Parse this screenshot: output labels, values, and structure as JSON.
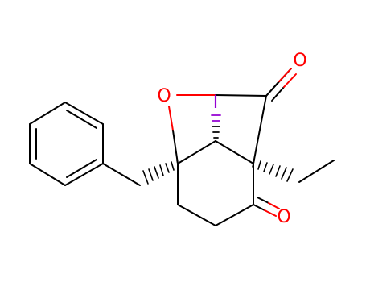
{
  "colors": {
    "background": "#ffffff",
    "bond": "#000000",
    "oxygen": "#ff0000",
    "iodine": "#9400d3"
  },
  "atoms": {
    "o_bridge": {
      "symbol": "O",
      "element": "oxygen"
    },
    "o_ketone_top": {
      "symbol": "O",
      "element": "oxygen"
    },
    "o_ketone_bottom": {
      "symbol": "O",
      "element": "oxygen"
    },
    "i_substituent": {
      "symbol": "I",
      "element": "iodine"
    }
  }
}
